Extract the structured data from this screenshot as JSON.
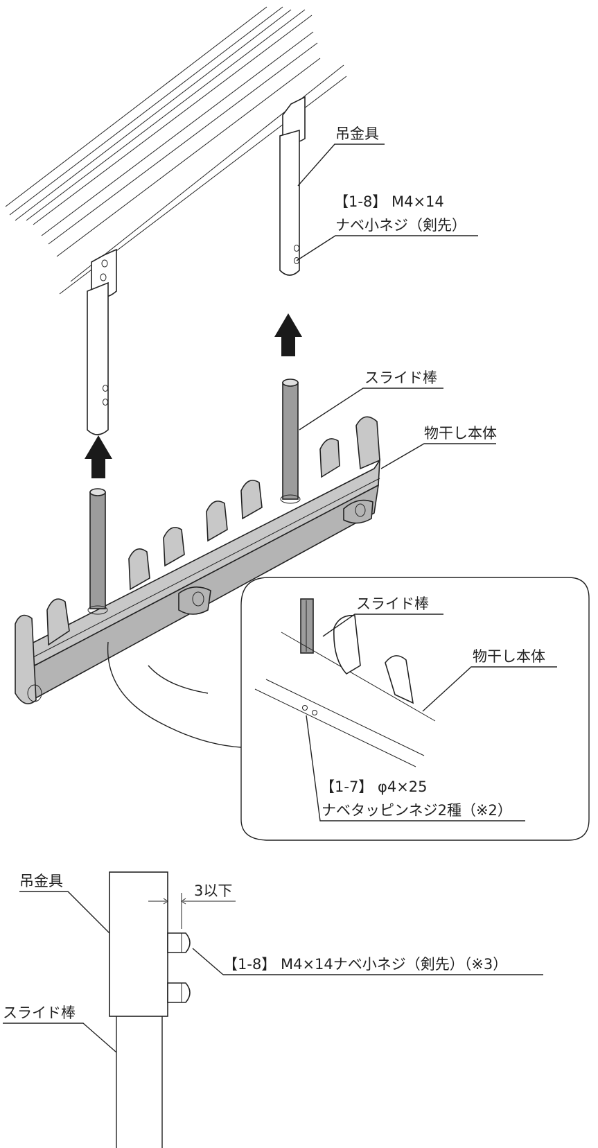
{
  "labels": {
    "hanger_top": "吊金具",
    "screw_top_line1": "【1-8】 M4×14",
    "screw_top_line2": "ナベ小ネジ（剣先）",
    "slide_rod_main": "スライド棒",
    "body_main": "物干し本体",
    "slide_rod_detail": "スライド棒",
    "body_detail": "物干し本体",
    "tapping_line1": "【1-7】 φ4×25",
    "tapping_line2": "ナベタッピンネジ2種（※2）",
    "hanger_bottom": "吊金具",
    "dimension": "3以下",
    "screw_bottom": "【1-8】 M4×14ナベ小ネジ（剣先）（※3）",
    "slide_rod_bottom": "スライド棒"
  },
  "colors": {
    "body_fill": "#c8c8c8",
    "body_shade": "#a9a9a9",
    "rod_fill": "#9c9c9c",
    "line": "#222222",
    "arrow": "#1a1a1a"
  },
  "icons": [
    "up-arrow-icon",
    "up-arrow-icon"
  ]
}
